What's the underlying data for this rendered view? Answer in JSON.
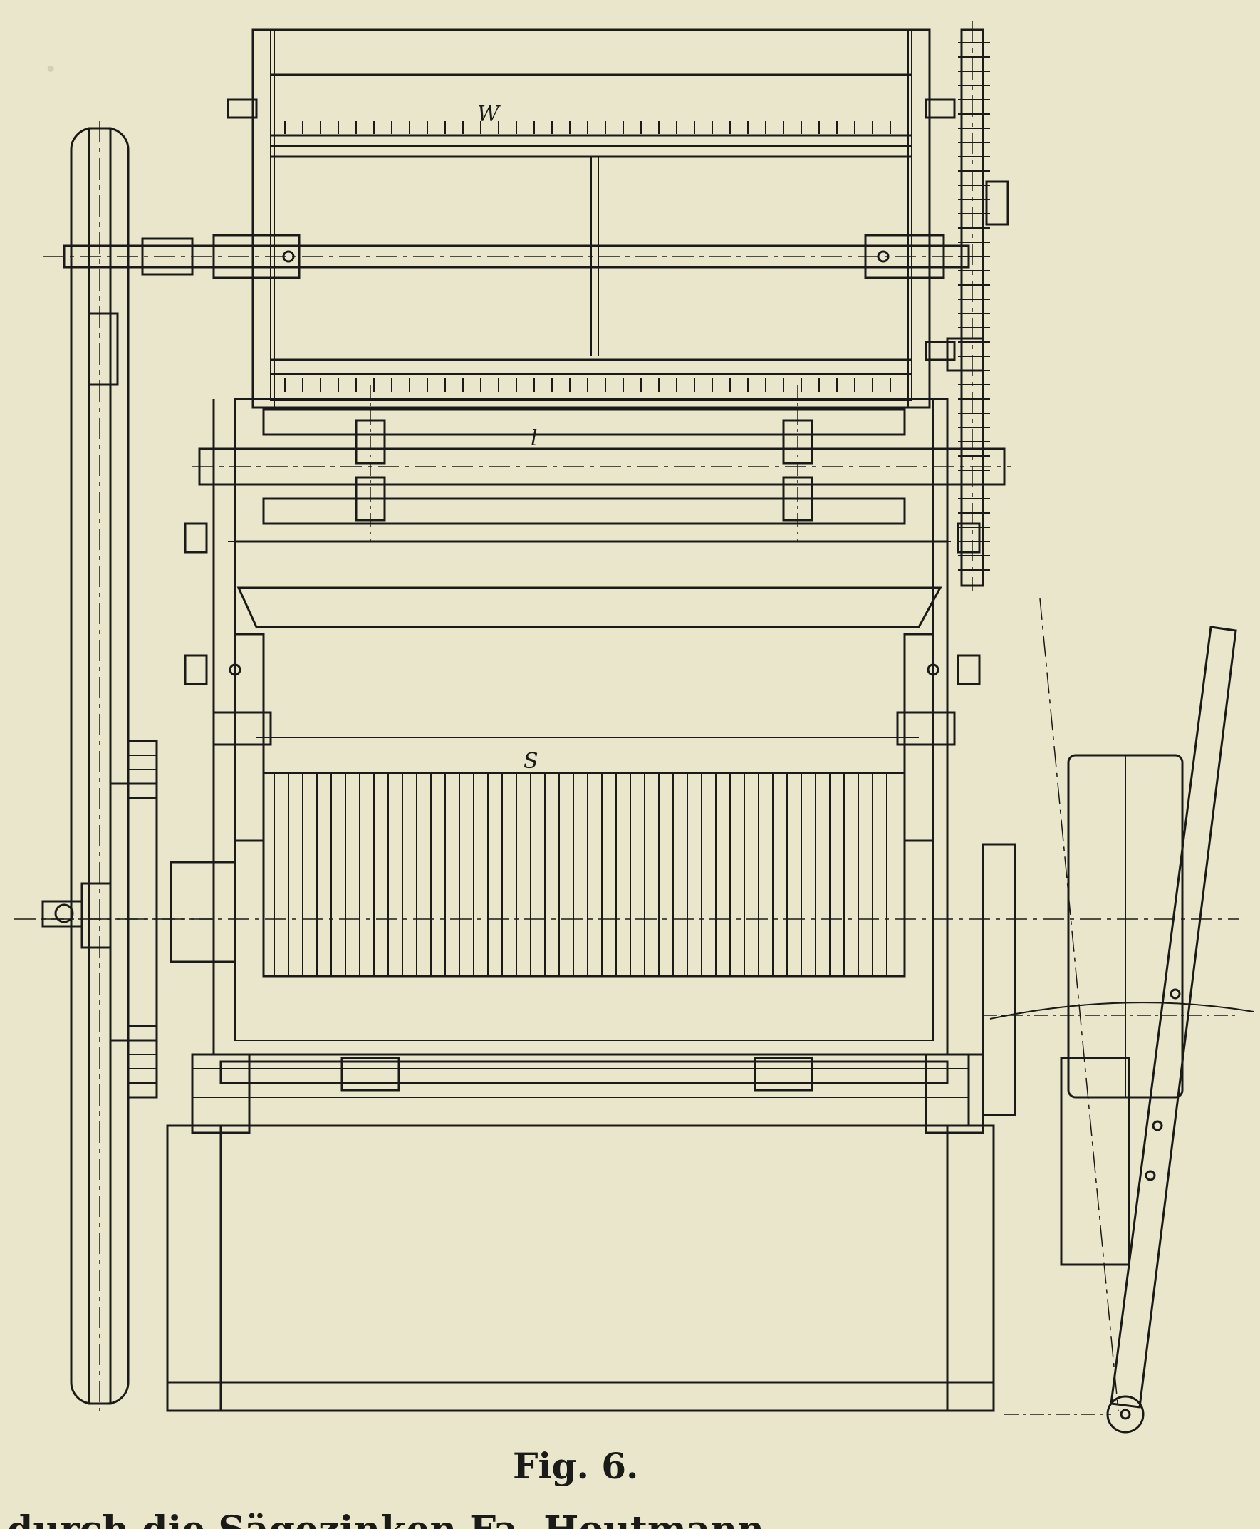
{
  "figure": {
    "caption": "Fig. 6.",
    "labels": {
      "w": "W",
      "l": "l",
      "s": "S"
    },
    "bottom_text": "durch die Sägezinken Fa. Houtmann",
    "colors": {
      "paper": "#e9e6cb",
      "ink": "#1a1a18"
    }
  }
}
